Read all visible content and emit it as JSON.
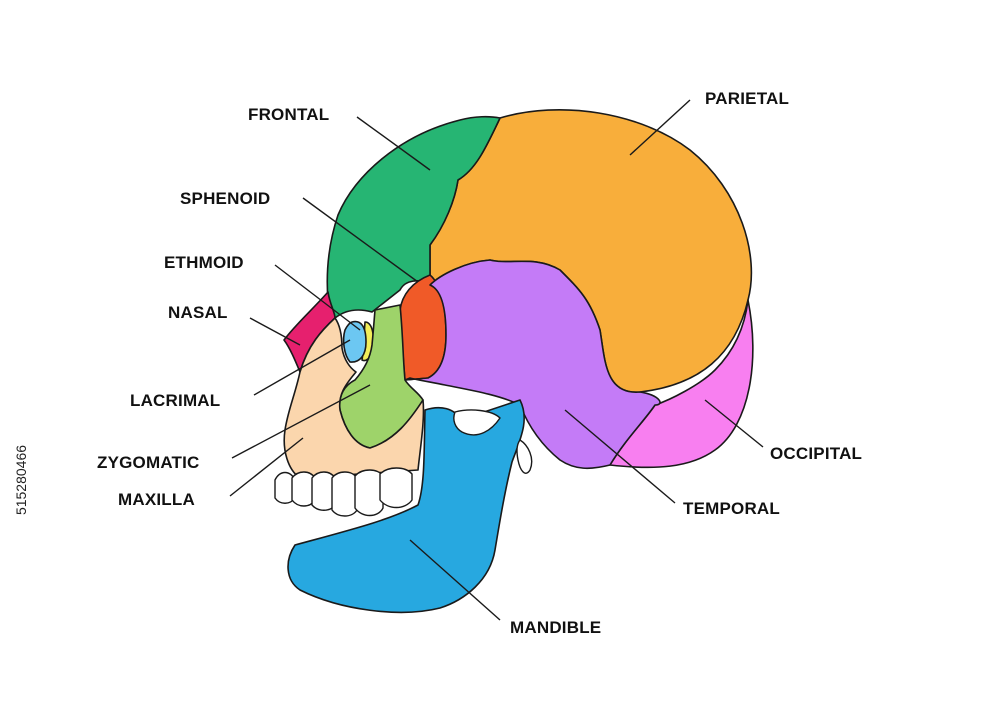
{
  "colors": {
    "frontal": "#26b573",
    "parietal": "#f8ae3b",
    "occipital": "#f87ff0",
    "temporal": "#c47bf7",
    "sphenoid": "#f05a28",
    "ethmoid": "#f2ee5a",
    "nasal": "#e6206e",
    "lacrimal": "#6cc7f2",
    "zygomatic": "#9ed36a",
    "maxilla": "#fbd6ad",
    "mandible": "#27a8e0",
    "teeth": "#ffffff"
  },
  "labels": {
    "frontal": "FRONTAL",
    "parietal": "PARIETAL",
    "sphenoid": "SPHENOID",
    "ethmoid": "ETHMOID",
    "nasal": "NASAL",
    "lacrimal": "LACRIMAL",
    "zygomatic": "ZYGOMATIC",
    "maxilla": "MAXILLA",
    "occipital": "OCCIPITAL",
    "temporal": "TEMPORAL",
    "mandible": "MANDIBLE"
  },
  "stock_id": "515280466"
}
